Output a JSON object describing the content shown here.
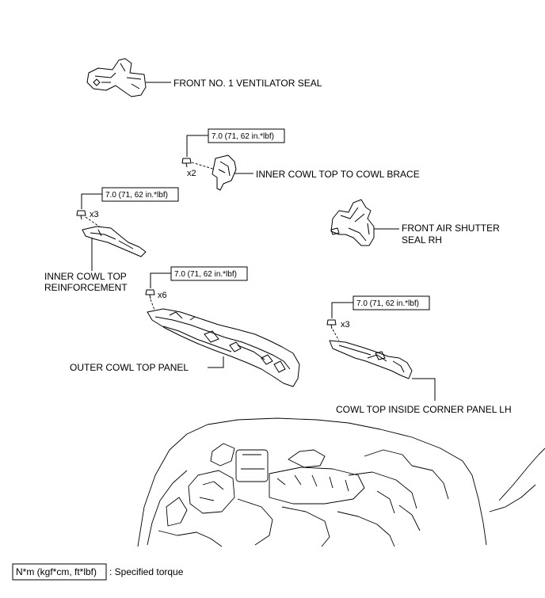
{
  "parts": {
    "front_no1_ventilator_seal": "FRONT NO. 1 VENTILATOR SEAL",
    "inner_cowl_top_to_cowl_brace": "INNER COWL TOP TO COWL BRACE",
    "front_air_shutter_seal_rh_line1": "FRONT AIR SHUTTER",
    "front_air_shutter_seal_rh_line2": "SEAL RH",
    "inner_cowl_top_reinforcement_line1": "INNER COWL TOP",
    "inner_cowl_top_reinforcement_line2": "REINFORCEMENT",
    "outer_cowl_top_panel": "OUTER COWL TOP PANEL",
    "cowl_top_inside_corner_panel_lh": "COWL TOP INSIDE CORNER PANEL LH"
  },
  "torque": {
    "brace": "7.0 (71, 62 in.*lbf)",
    "reinforcement": "7.0 (71, 62 in.*lbf)",
    "outer_panel": "7.0 (71, 62 in.*lbf)",
    "corner_panel": "7.0 (71, 62 in.*lbf)"
  },
  "quantities": {
    "brace": "x2",
    "reinforcement": "x3",
    "outer_panel": "x6",
    "corner_panel": "x3"
  },
  "legend": {
    "unit": "N*m (kgf*cm, ft*lbf)",
    "description": ": Specified torque"
  }
}
